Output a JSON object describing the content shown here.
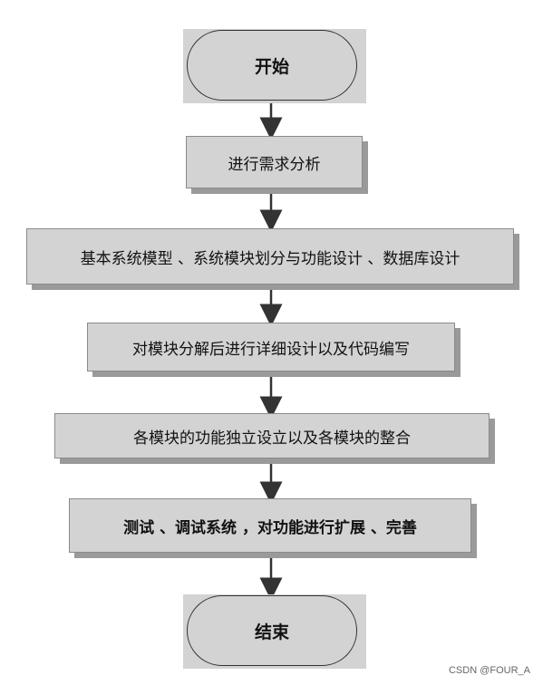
{
  "flowchart": {
    "start": "开始",
    "steps": [
      "进行需求分析",
      "基本系统模型 、系统模块划分与功能设计 、数据库设计",
      "对模块分解后进行详细设计以及代码编写",
      "各模块的功能独立设立以及各模块的整合",
      "测试 、调试系统 ，对功能进行扩展 、完善"
    ],
    "end": "结束"
  },
  "watermark": "CSDN @FOUR_A"
}
